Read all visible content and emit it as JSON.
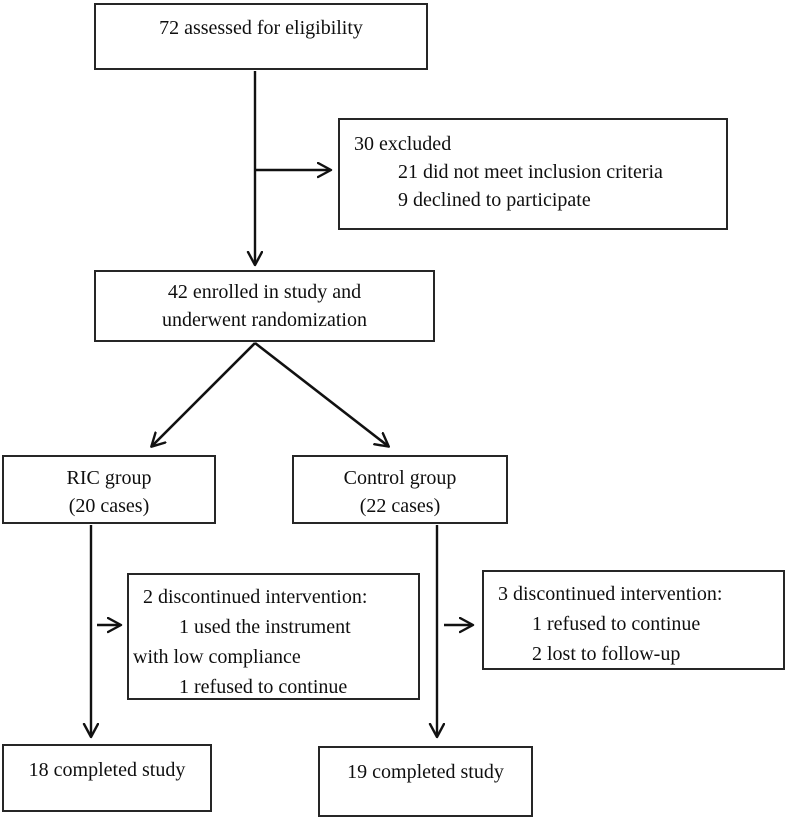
{
  "flowchart": {
    "boxes": {
      "assessed": {
        "lines": [
          "72 assessed for eligibility"
        ]
      },
      "excluded": {
        "lines": [
          "30 excluded",
          "21 did not meet inclusion criteria",
          "9 declined to participate"
        ]
      },
      "enrolled": {
        "lines": [
          "42 enrolled in study and",
          "underwent randomization"
        ]
      },
      "ric_group": {
        "lines": [
          "RIC group",
          "(20 cases)"
        ]
      },
      "control_group": {
        "lines": [
          "Control group",
          "(22 cases)"
        ]
      },
      "ric_discontinued": {
        "lines": [
          "2 discontinued intervention:",
          "1 used the instrument",
          "with low compliance",
          "1 refused to continue"
        ]
      },
      "control_discontinued": {
        "lines": [
          "3 discontinued intervention:",
          "1 refused to continue",
          "2 lost to follow-up"
        ]
      },
      "ric_completed": {
        "lines": [
          "18 completed study"
        ]
      },
      "control_completed": {
        "lines": [
          "19 completed study"
        ]
      }
    },
    "colors": {
      "ink": "#111111",
      "box_border": "#262626",
      "background": "#ffffff"
    }
  }
}
